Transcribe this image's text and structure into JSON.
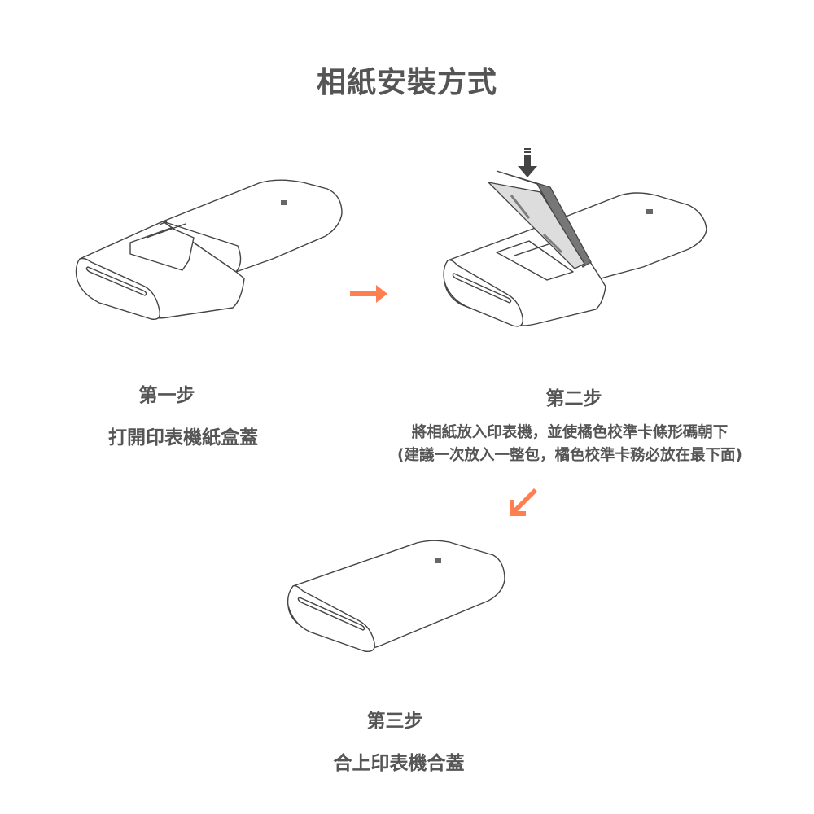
{
  "title": "相紙安裝方式",
  "colors": {
    "text": "#555555",
    "arrow": "#FF7F50",
    "line": "#444444"
  },
  "steps": [
    {
      "label": "第一步",
      "description": "打開印表機紙盒蓋",
      "illustration": "printer-cover-open"
    },
    {
      "label": "第二步",
      "description_lines": [
        "將相紙放入印表機，並使橘色校準卡條形碼朝下",
        "(建議一次放入一整包，橘色校準卡務必放在最下面)"
      ],
      "illustration": "insert-paper"
    },
    {
      "label": "第三步",
      "description": "合上印表機合蓋",
      "illustration": "printer-closed"
    }
  ],
  "arrows": [
    {
      "direction": "right",
      "icon": "arrow-right-icon"
    },
    {
      "direction": "down-left",
      "icon": "arrow-down-left-icon"
    }
  ]
}
